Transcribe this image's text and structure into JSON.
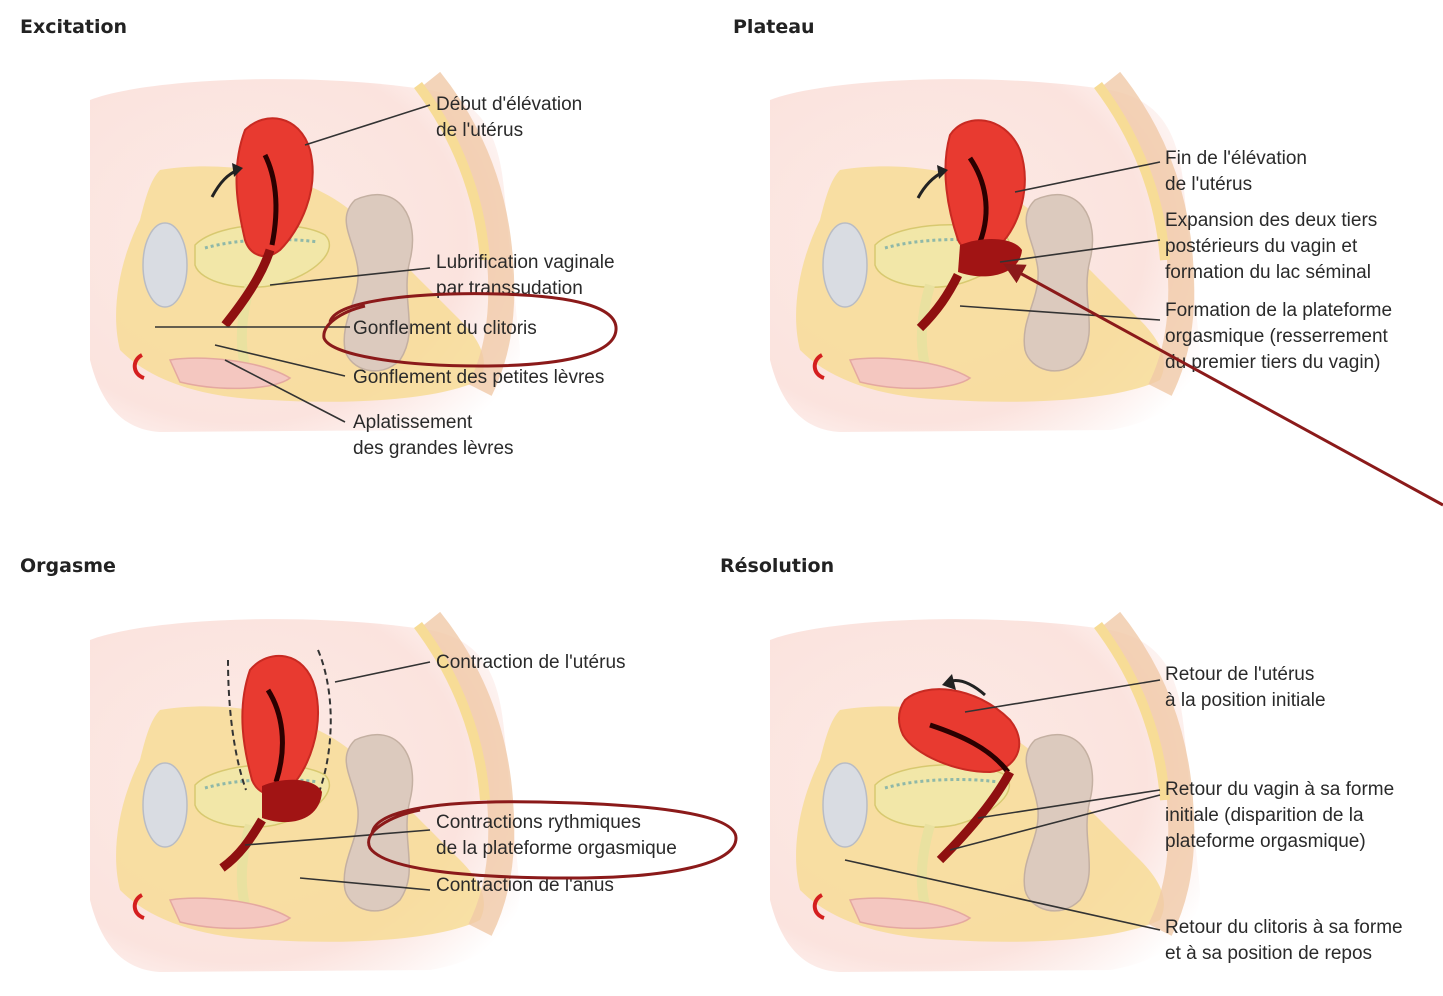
{
  "colors": {
    "background": "#ffffff",
    "skin": "#fbe3de",
    "fat": "#f7dc96",
    "uterus": "#e83a30",
    "uterus_dark": "#a11414",
    "bladder": "#f2e7a8",
    "bowel": "#dccabe",
    "bone": "#d9dce2",
    "annotation_red": "#8b1a1a",
    "text": "#2a2a2a"
  },
  "panels": [
    {
      "title": "Excitation",
      "labels": [
        [
          "Début d'élévation",
          "de l'utérus"
        ],
        [
          "Lubrification vaginale",
          "par transsudation"
        ],
        [
          "Gonflement du clitoris"
        ],
        [
          "Gonflement des petites lèvres"
        ],
        [
          "Aplatissement",
          "des grandes lèvres"
        ]
      ]
    },
    {
      "title": "Plateau",
      "labels": [
        [
          "Fin de l'élévation",
          "de l'utérus"
        ],
        [
          "Expansion des deux tiers",
          "postérieurs du vagin et",
          "formation du lac séminal"
        ],
        [
          "Formation de la plateforme",
          "orgasmique (resserrement",
          "du premier tiers du vagin)"
        ]
      ]
    },
    {
      "title": "Orgasme",
      "labels": [
        [
          "Contraction de l'utérus"
        ],
        [
          "Contractions rythmiques",
          "de la plateforme orgasmique"
        ],
        [
          "Contraction de l'anus"
        ]
      ]
    },
    {
      "title": "Résolution",
      "labels": [
        [
          "Retour de l'utérus",
          "à la position initiale"
        ],
        [
          "Retour du vagin à sa forme",
          "initiale (disparition de la",
          "plateforme orgasmique)"
        ],
        [
          "Retour du clitoris à sa forme",
          "et à sa position de repos"
        ]
      ]
    }
  ]
}
